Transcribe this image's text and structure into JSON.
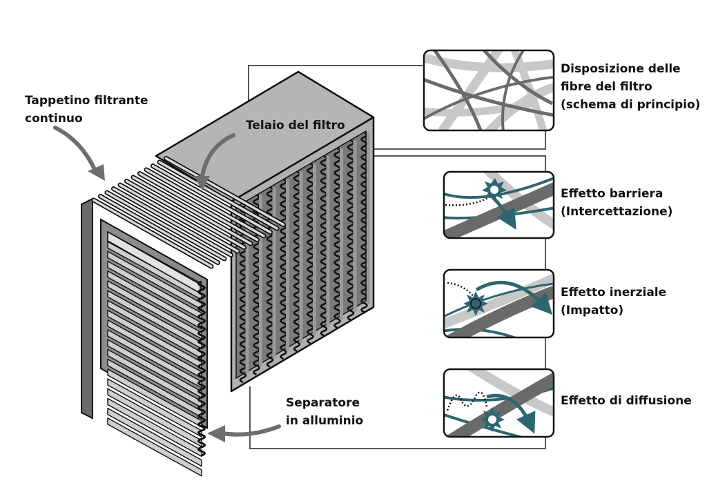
{
  "labels": {
    "continuous_mat": [
      "Tappetino filtrante",
      "continuo"
    ],
    "filter_frame": [
      "Telaio del filtro"
    ],
    "aluminium_separator": [
      "Separatore",
      "in alluminio"
    ],
    "fiber_layout": [
      "Disposizione delle",
      "fibre del filtro",
      "(schema di principio)"
    ],
    "barrier_effect": [
      "Effetto barriera",
      "(Intercettazione)"
    ],
    "inertial_effect": [
      "Effetto inerziale",
      "(Impatto)"
    ],
    "diffusion_effect": [
      "Effetto di diffusione"
    ]
  },
  "colors": {
    "light_fiber": "#c8c8c8",
    "dark_fiber": "#6a6a6a",
    "particle_path": "#2e6670",
    "frame_fill": "#b4b4b4",
    "separator_fill": "#cfcfcf",
    "outline": "#111111"
  },
  "icons": {
    "arrow": "curved-arrow-icon",
    "particle": "particle-burst-icon"
  }
}
